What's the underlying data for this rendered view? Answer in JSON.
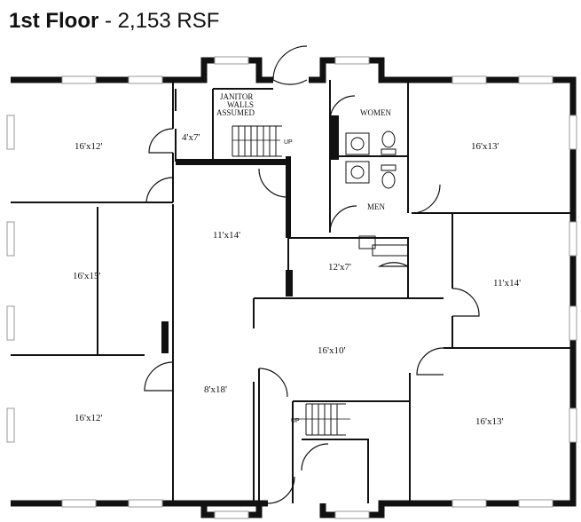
{
  "header": {
    "floor_label": "1st Floor",
    "area_text": " - 2,153 RSF"
  },
  "rooms": {
    "nw_office": "16'x12'",
    "closet": "4'x7'",
    "janitor_note_1": "JANITOR",
    "janitor_note_2": "WALLS",
    "janitor_note_3": "ASSUMED",
    "women": "WOMEN",
    "men": "MEN",
    "ne_office": "16'x13'",
    "w_office": "16'x15'",
    "center_room": "11'x14'",
    "kitchen": "12'x7'",
    "e_office": "11'x14'",
    "lobby": "16'x10'",
    "corridor": "8'x18'",
    "sw_office": "16'x12'",
    "se_office": "16'x13'",
    "stair_up_north": "UP",
    "stair_up_south": "UP"
  }
}
